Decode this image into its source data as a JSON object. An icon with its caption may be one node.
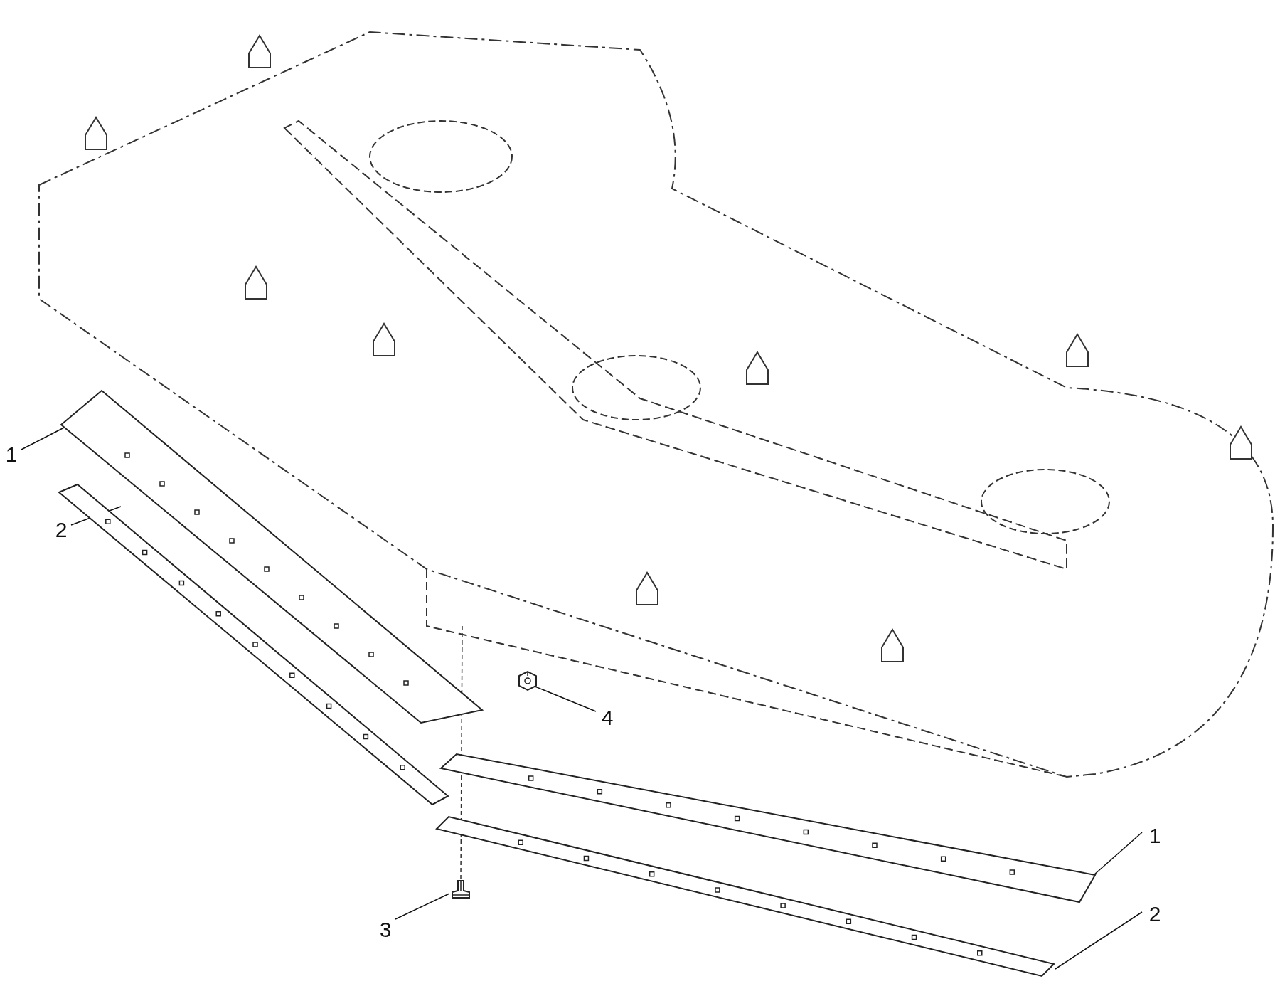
{
  "diagram": {
    "nodes": [
      {
        "text": [
          "1"
        ]
      },
      {
        "text": [
          "2"
        ]
      },
      {
        "text": [
          "4"
        ]
      },
      {
        "text": [
          "1"
        ]
      },
      {
        "text": [
          "2"
        ]
      },
      {
        "text": [
          "3"
        ]
      },
      {
        "text": [],
        "shape": "picture"
      },
      {
        "text": [],
        "shape": "picture"
      },
      {
        "text": [],
        "shape": "picture"
      },
      {
        "text": [],
        "shape": "picture"
      },
      {
        "text": [],
        "shape": "picture"
      },
      {
        "text": [],
        "shape": "picture"
      }
    ],
    "edges": [
      {
        "from": 0,
        "to": 6,
        "arrow": "none"
      },
      {
        "from": 1,
        "to": 7,
        "arrow": "none"
      },
      {
        "from": 2,
        "to": 8,
        "arrow": "none"
      },
      {
        "from": 3,
        "to": 9,
        "arrow": "none"
      },
      {
        "from": 4,
        "to": 10,
        "arrow": "none"
      },
      {
        "from": 5,
        "to": 11,
        "arrow": "none"
      }
    ]
  }
}
